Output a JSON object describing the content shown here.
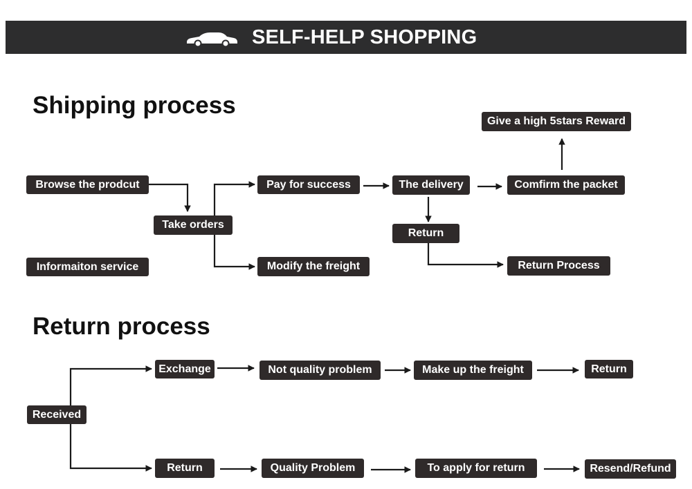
{
  "banner": {
    "title": "SELF-HELP SHOPPING",
    "icon": "car-icon"
  },
  "shipping": {
    "title": "Shipping process",
    "nodes": {
      "browse": "Browse the prodcut",
      "take_orders": "Take orders",
      "info": "Informaiton service",
      "pay": "Pay for success",
      "modify": "Modify the freight",
      "delivery": "The delivery",
      "return": "Return",
      "confirm": "Comfirm the packet",
      "reward": "Give a high 5stars Reward",
      "return_process": "Return Process"
    }
  },
  "returns": {
    "title": "Return process",
    "nodes": {
      "received": "Received",
      "exchange": "Exchange",
      "not_quality": "Not quality problem",
      "make_up": "Make up the freight",
      "return_top": "Return",
      "return_bottom": "Return",
      "quality": "Quality Problem",
      "apply": "To apply for return",
      "resend": "Resend/Refund"
    }
  },
  "colors": {
    "banner_bg": "#2d2d2e",
    "node_bg": "#2f2a2a",
    "node_text": "#ffffff",
    "arrow": "#1a1a1a"
  }
}
